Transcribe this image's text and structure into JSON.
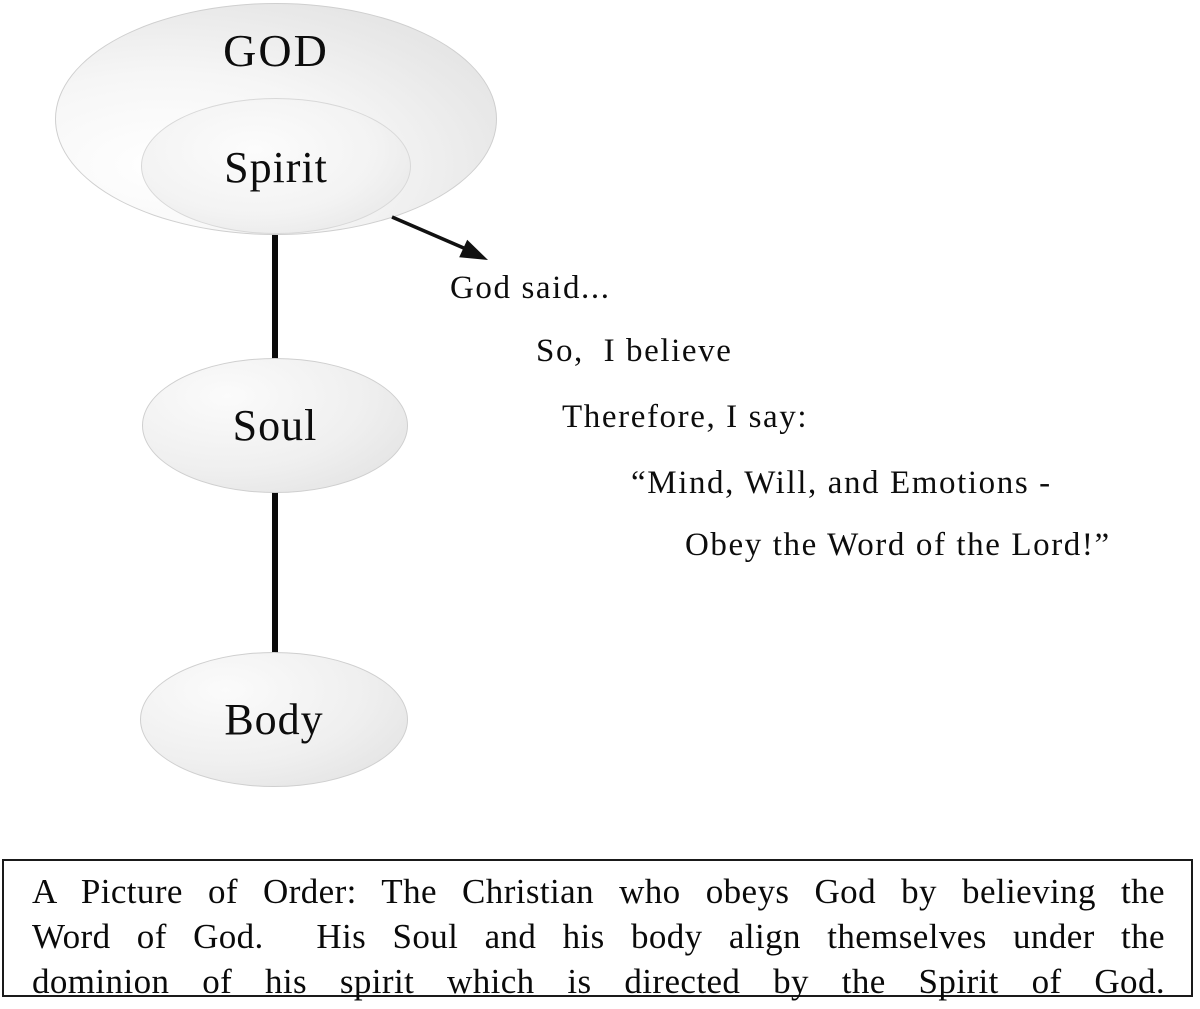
{
  "diagram": {
    "nodes": [
      {
        "id": "god",
        "label": "GOD"
      },
      {
        "id": "spirit",
        "label": "Spirit"
      },
      {
        "id": "soul",
        "label": "Soul"
      },
      {
        "id": "body",
        "label": "Body"
      }
    ],
    "annotations": [
      "God said...",
      "So,  I believe",
      "Therefore, I say:",
      "“Mind, Will, and Emotions -",
      "Obey the Word of the Lord!”"
    ]
  },
  "caption": {
    "lines": [
      "A Picture of Order: The Christian who obeys God by believing the",
      "Word of God.  His Soul and his body align themselves under the",
      "dominion of his spirit which is directed by the Spirit of God."
    ]
  },
  "colors": {
    "ink": "#0d0d0d",
    "connector": "#0a0a0a",
    "ellipse_border": "#cfcfcf",
    "ellipse_fill_light": "#ffffff",
    "ellipse_fill_dark": "#dedede",
    "caption_border": "#1a1a1a",
    "background": "#ffffff"
  }
}
